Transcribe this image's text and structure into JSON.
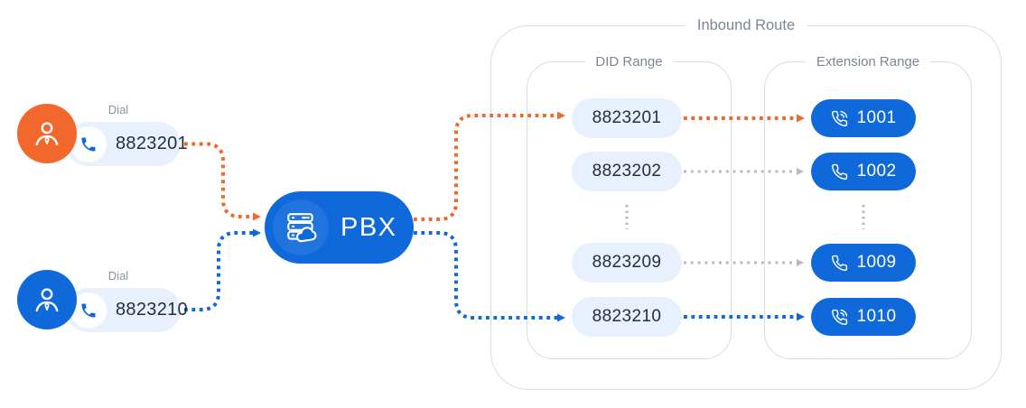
{
  "colors": {
    "accent_orange": "#F2682C",
    "accent_blue": "#0F69DB",
    "pill_light_blue": "#E7F0FC",
    "border_gray": "#D9DDE3",
    "connector_gray": "#B4BBC7",
    "text_dark": "#232F40",
    "label_gray": "#7C8598"
  },
  "callers": [
    {
      "dial_label": "Dial",
      "number": "8823201"
    },
    {
      "dial_label": "Dial",
      "number": "8823210"
    }
  ],
  "pbx": {
    "label": "PBX"
  },
  "inbound_route": {
    "title": "Inbound Route",
    "did_range": {
      "title": "DID Range",
      "numbers": [
        "8823201",
        "8823202",
        "8823209",
        "8823210"
      ]
    },
    "extension_range": {
      "title": "Extension Range",
      "numbers": [
        "1001",
        "1002",
        "1009",
        "1010"
      ]
    }
  }
}
